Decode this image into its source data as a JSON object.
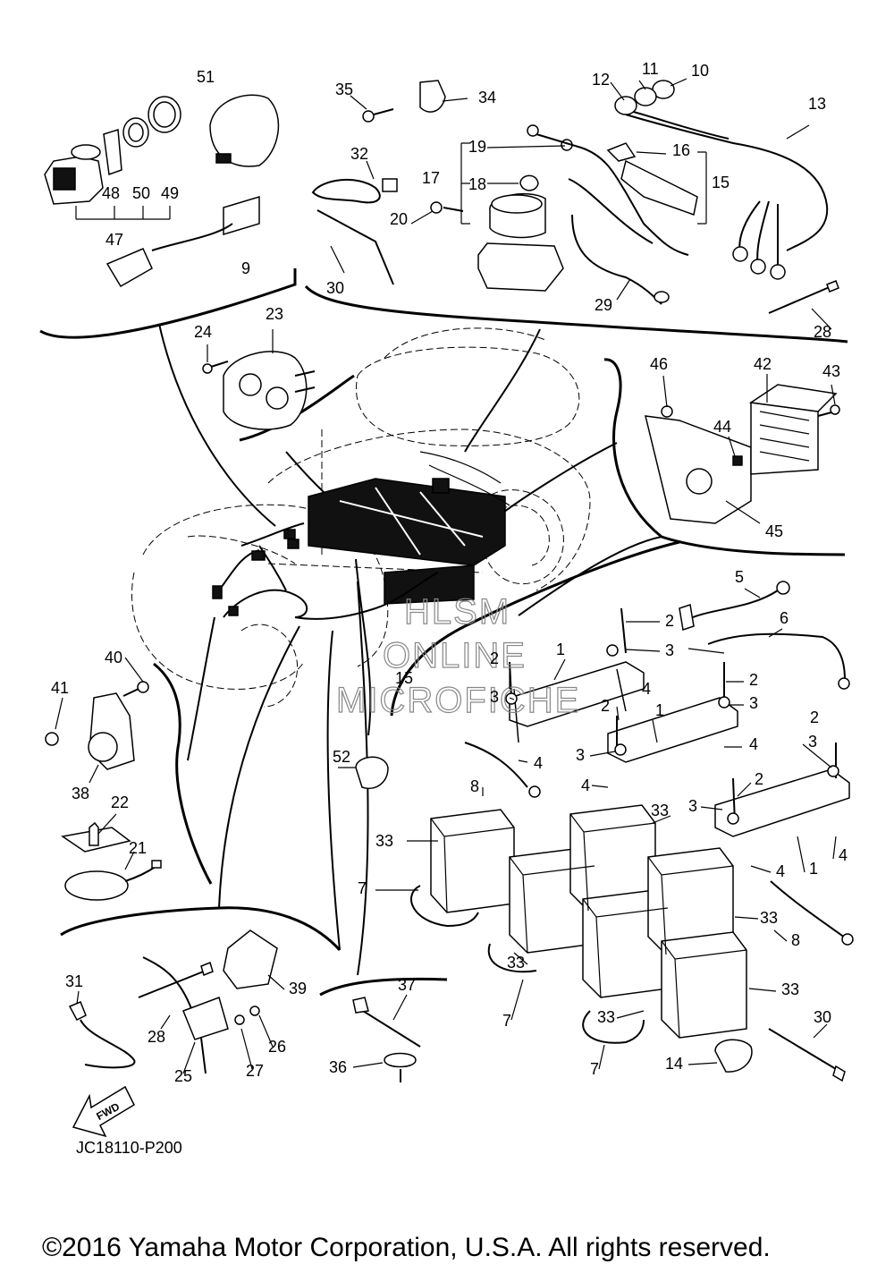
{
  "diagram": {
    "code": "JC18110-P200",
    "copyright": "©2016 Yamaha Motor Corporation, U.S.A. All rights reserved.",
    "watermark": [
      "HLSM",
      "ONLINE",
      "MICROFICHE"
    ],
    "fwd": "FWD",
    "labels": {
      "c1": "1",
      "c2": "2",
      "c3": "3",
      "c4": "4",
      "c5": "5",
      "c6": "6",
      "c7": "7",
      "c8": "8",
      "c9": "9",
      "c10": "10",
      "c11": "11",
      "c12": "12",
      "c13": "13",
      "c14": "14",
      "c15": "15",
      "c16": "16",
      "c17": "17",
      "c18": "18",
      "c19": "19",
      "c20": "20",
      "c21": "21",
      "c22": "22",
      "c23": "23",
      "c24": "24",
      "c25": "25",
      "c26": "26",
      "c27": "27",
      "c28": "28",
      "c29": "29",
      "c30": "30",
      "c31": "31",
      "c32": "32",
      "c33": "33",
      "c34": "34",
      "c35": "35",
      "c36": "36",
      "c37": "37",
      "c38": "38",
      "c39": "39",
      "c40": "40",
      "c41": "41",
      "c42": "42",
      "c43": "43",
      "c44": "44",
      "c45": "45",
      "c46": "46",
      "c47": "47",
      "c48": "48",
      "c49": "49",
      "c50": "50",
      "c51": "51",
      "c52": "52"
    }
  }
}
